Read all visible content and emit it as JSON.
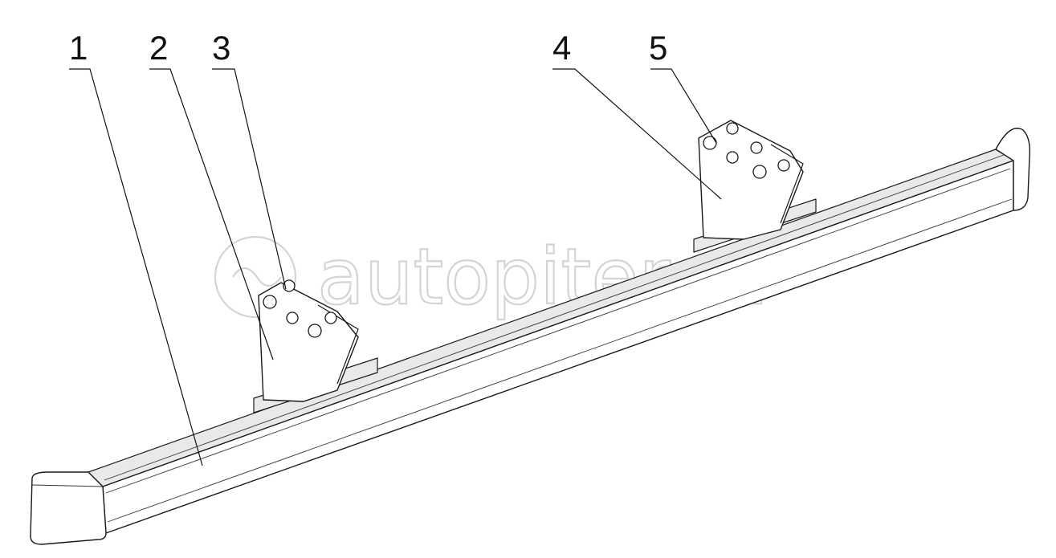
{
  "callouts": [
    {
      "id": "callout-1",
      "label": "1"
    },
    {
      "id": "callout-2",
      "label": "2"
    },
    {
      "id": "callout-3",
      "label": "3"
    },
    {
      "id": "callout-4",
      "label": "4"
    },
    {
      "id": "callout-5",
      "label": "5"
    }
  ],
  "watermark": {
    "text": "autopiter.ru"
  }
}
